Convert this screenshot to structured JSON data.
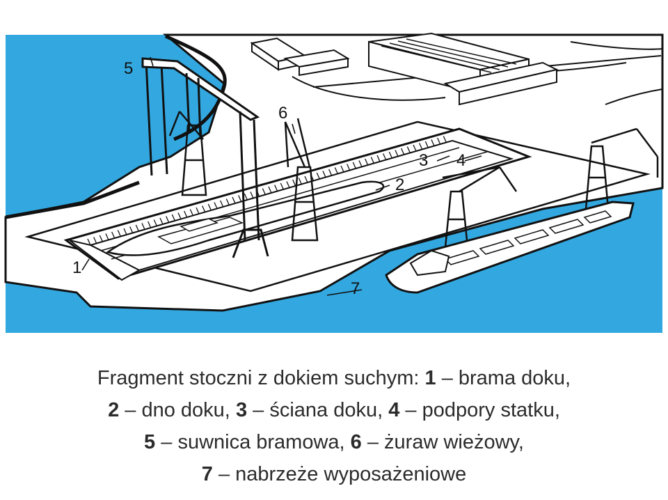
{
  "colors": {
    "water": "#33a8e0",
    "land": "#ffffff",
    "ink": "#111111",
    "caption_text": "#2b2b2b"
  },
  "labels": {
    "l1": "1",
    "l2": "2",
    "l3": "3",
    "l4": "4",
    "l5": "5",
    "l6": "6",
    "l7": "7"
  },
  "caption": {
    "intro": "Fragment stoczni z dokiem suchym:",
    "items": [
      {
        "num": "1",
        "sep": " – ",
        "text": "brama doku,"
      },
      {
        "num": "2",
        "sep": " – ",
        "text": "dno doku,"
      },
      {
        "num": "3",
        "sep": " – ",
        "text": "ściana doku,"
      },
      {
        "num": "4",
        "sep": " – ",
        "text": "podpory statku,"
      },
      {
        "num": "5",
        "sep": " – ",
        "text": "suwnica bramowa,"
      },
      {
        "num": "6",
        "sep": " – ",
        "text": "żuraw wieżowy,"
      },
      {
        "num": "7",
        "sep": " – ",
        "text": "nabrzeże wyposażeniowe"
      }
    ]
  }
}
